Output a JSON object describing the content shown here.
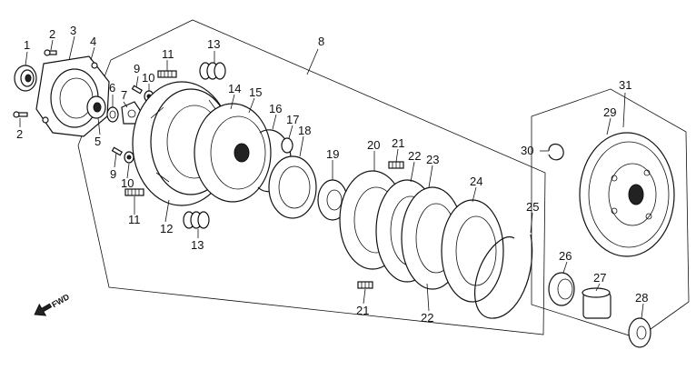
{
  "callouts": [
    "1",
    "2",
    "3",
    "4",
    "5",
    "6",
    "7",
    "8",
    "9",
    "10",
    "11",
    "12",
    "13",
    "14",
    "15",
    "16",
    "17",
    "18",
    "19",
    "20",
    "21",
    "22",
    "23",
    "24",
    "25",
    "26",
    "27",
    "28",
    "29",
    "30",
    "31"
  ],
  "fwd_label": "FWD",
  "repeat_labels": {
    "p2b": "2",
    "p9b": "9",
    "p10b": "10",
    "p11b": "11",
    "p13b": "13",
    "p21b": "21",
    "p22b": "22"
  }
}
